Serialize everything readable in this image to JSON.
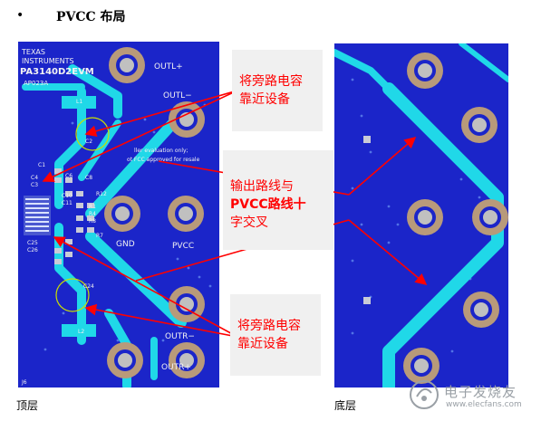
{
  "heading": {
    "bullet": "•",
    "title": "PVCC 布局"
  },
  "notes": {
    "top_bypass": [
      "将旁路电容",
      "靠近设备"
    ],
    "crossing": [
      "输出路线与",
      "PVCC路线十",
      "字交叉"
    ],
    "bottom_bypass": [
      "将旁路电容",
      "靠近设备"
    ]
  },
  "captions": {
    "top_layer": "顶层",
    "bottom_layer": "底层"
  },
  "board_labels": {
    "brand": [
      "TEXAS",
      "INSTRUMENTS"
    ],
    "model": "PA3140D2EVM",
    "rev": "AP023A",
    "outl_plus": "OUTL+",
    "outl_minus": "OUTL−",
    "gnd": "GND",
    "pvcc": "PVCC",
    "outr_minus": "OUTR−",
    "outr_plus": "OUTR+",
    "eval_note": [
      "ller evaluation only;",
      "ot FCC approved for resale"
    ],
    "components": [
      "L1",
      "C2",
      "C1",
      "C4",
      "C3",
      "C6",
      "C8",
      "C10",
      "C11",
      "R12",
      "R1",
      "R4",
      "R8",
      "R7",
      "C25",
      "C26",
      "C24",
      "L2",
      "J6"
    ]
  },
  "watermark": {
    "text": "电子发烧友",
    "sub": "www.elecfans.com"
  },
  "colors": {
    "board": "#1b25c9",
    "trace": "#20d8e8",
    "pad": "#b89a7a",
    "arrow": "#ff0000",
    "silk": "#f2f2f2"
  }
}
